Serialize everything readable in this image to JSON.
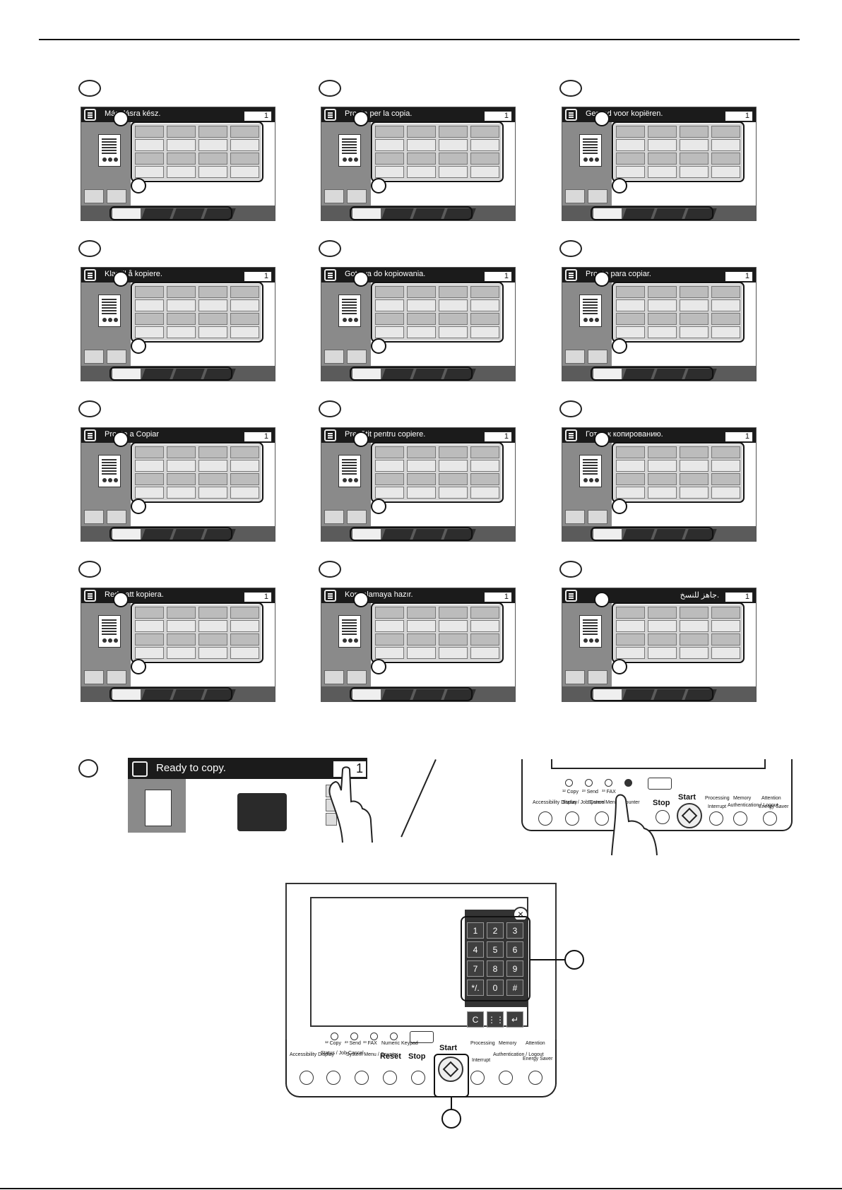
{
  "screens": [
    {
      "lang": "hu",
      "message": "Másolásra kész.",
      "count": "1"
    },
    {
      "lang": "it",
      "message": "Pronta per la copia.",
      "count": "1"
    },
    {
      "lang": "nl",
      "message": "Gereed voor kopiëren.",
      "count": "1"
    },
    {
      "lang": "no",
      "message": "Klar til å kopiere.",
      "count": "1"
    },
    {
      "lang": "pl",
      "message": "Gotowa do kopiowania.",
      "count": "1"
    },
    {
      "lang": "pt-br",
      "message": "Pronto para copiar.",
      "count": "1"
    },
    {
      "lang": "pt",
      "message": "Pronto a Copiar",
      "count": "1"
    },
    {
      "lang": "ro",
      "message": "Pregătit pentru copiere.",
      "count": "1"
    },
    {
      "lang": "ru",
      "message": "Готов к копированию.",
      "count": "1"
    },
    {
      "lang": "sv",
      "message": "Redo att kopiera.",
      "count": "1"
    },
    {
      "lang": "tr",
      "message": "Kopyalamaya hazır.",
      "count": "1"
    },
    {
      "lang": "ar",
      "message": "جاهز للنسخ.",
      "count": "1"
    }
  ],
  "main_screen": {
    "message": "Ready to copy.",
    "count": "1"
  },
  "panel_upper": {
    "mode_keys": [
      "¹² Copy",
      "²³ Send",
      "³³ FAX"
    ],
    "start": "Start",
    "stop": "Stop",
    "indicators": [
      "Processing",
      "Memory",
      "Attention"
    ],
    "accessibility": "Accessibility Display",
    "status": "Status / Job Cancel",
    "system": "System Menu / Counter",
    "interrupt": "Interrupt",
    "auth": "Authentication / Logout",
    "energy": "Energy Saver"
  },
  "keypad": {
    "keys": [
      "1",
      "2",
      "3",
      "4",
      "5",
      "6",
      "7",
      "8",
      "9",
      "*/.",
      "0",
      "#"
    ],
    "bottom": [
      "C",
      "⋮⋮⋮",
      "↵"
    ]
  },
  "panel_lower": {
    "mode_keys": [
      "¹² Copy",
      "²³ Send",
      "³³ FAX",
      "Numeric Keypad"
    ],
    "start": "Start",
    "stop": "Stop",
    "reset": "Reset",
    "indicators": [
      "Processing",
      "Memory",
      "Attention"
    ],
    "accessibility": "Accessibility Display",
    "status": "Status / Job Cancel",
    "system": "System Menu / Counter",
    "interrupt": "Interrupt",
    "auth": "Authentication / Logout",
    "energy": "Energy Saver"
  }
}
